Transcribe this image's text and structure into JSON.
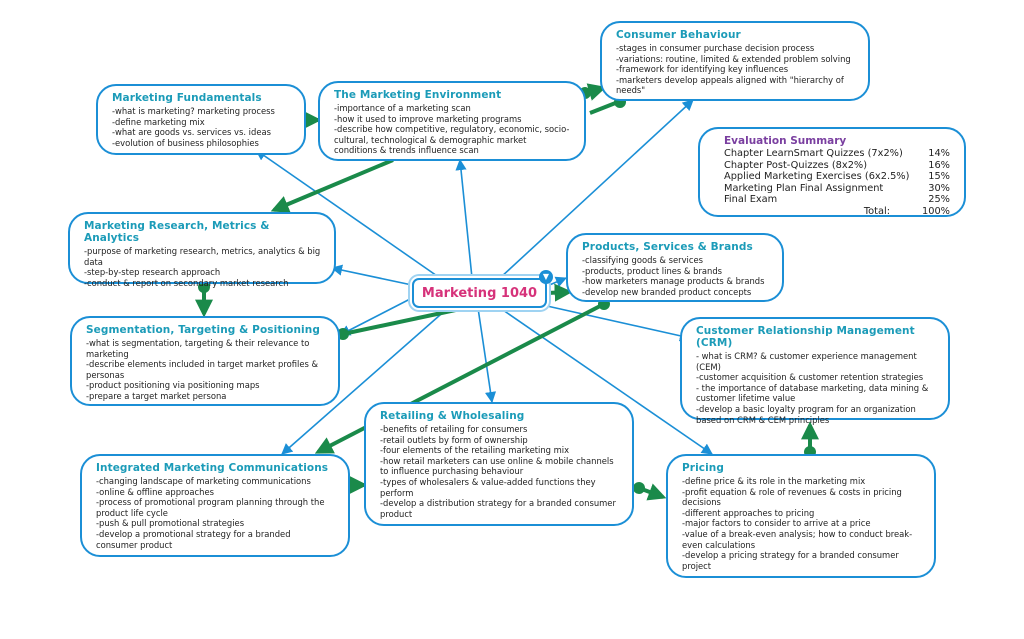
{
  "center": {
    "label": "Marketing 1040"
  },
  "topics": {
    "fundamentals": {
      "title": "Marketing Fundamentals",
      "items": [
        "-what is marketing? marketing process",
        "-define marketing mix",
        "-what are goods vs. services vs. ideas",
        "-evolution of business philosophies"
      ]
    },
    "environment": {
      "title": "The Marketing Environment",
      "items": [
        "-importance of a marketing scan",
        "-how it used to improve marketing programs",
        "-describe how competitive, regulatory, economic, socio-",
        "cultural, technological & demographic market",
        "conditions & trends influence scan"
      ]
    },
    "consumer": {
      "title": "Consumer Behaviour",
      "items": [
        "-stages in consumer purchase decision process",
        "-variations: routine, limited & extended problem solving",
        "-framework for identifying key influences",
        "-marketers develop appeals aligned with \"hierarchy of",
        "needs\""
      ]
    },
    "research": {
      "title": "Marketing Research, Metrics & Analytics",
      "items": [
        "-purpose of marketing research, metrics, analytics & big",
        "data",
        "-step-by-step research approach",
        "-conduct & report on secondary market research"
      ]
    },
    "products": {
      "title": "Products, Services & Brands",
      "items": [
        "-classifying goods & services",
        "-products, product lines & brands",
        "-how marketers manage products & brands",
        "-develop new branded product concepts"
      ]
    },
    "segmentation": {
      "title": "Segmentation, Targeting & Positioning",
      "items": [
        "-what is segmentation, targeting & their relevance to",
        "marketing",
        "-describe elements included in target market profiles &",
        "personas",
        "-product positioning via positioning maps",
        "-prepare a target market persona"
      ]
    },
    "crm": {
      "title": "Customer Relationship Management (CRM)",
      "items": [
        "- what is CRM? & customer experience management",
        "(CEM)",
        "-customer acquisition & customer retention strategies",
        "- the importance of database marketing, data mining &",
        "customer lifetime value",
        "-develop a basic loyalty program for an organization",
        "based on CRM & CEM principles"
      ]
    },
    "retailing": {
      "title": "Retailing & Wholesaling",
      "items": [
        "-benefits of retailing for consumers",
        "-retail outlets by form of ownership",
        "-four elements of the retailing marketing mix",
        "-how retail marketers can use online & mobile channels",
        "to influence purchasing behaviour",
        "-types of wholesalers & value-added functions they",
        "perform",
        "-develop a distribution strategy for a branded consumer",
        "product"
      ]
    },
    "imc": {
      "title": "Integrated Marketing Communications",
      "items": [
        "-changing landscape of marketing communications",
        "-online & offline approaches",
        "-process of promotional program planning through the",
        "product life cycle",
        "-push & pull promotional strategies",
        "-develop a promotional strategy for a branded",
        "consumer product"
      ]
    },
    "pricing": {
      "title": "Pricing",
      "items": [
        "-define price & its role in the marketing mix",
        "-profit equation & role of revenues & costs in pricing",
        "decisions",
        "-different approaches to pricing",
        "-major factors to consider to arrive at a price",
        "-value of a break-even analysis; how to conduct break-",
        "even calculations",
        "-develop a pricing strategy for a branded consumer",
        "project"
      ]
    }
  },
  "evaluation": {
    "title": "Evaluation Summary",
    "rows": [
      {
        "label": "Chapter LearnSmart Quizzes (7x2%)",
        "value": "14%"
      },
      {
        "label": "Chapter Post-Quizzes (8x2%)",
        "value": "16%"
      },
      {
        "label": "Applied Marketing Exercises (6x2.5%)",
        "value": "15%"
      },
      {
        "label": "Marketing Plan Final Assignment",
        "value": "30%"
      },
      {
        "label": "Final Exam",
        "value": "25%"
      }
    ],
    "total_label": "Total:",
    "total_value": "100%"
  },
  "colors": {
    "node_border": "#1b8fd6",
    "title": "#1b9bb8",
    "center_label": "#d6327a",
    "eval_title": "#7a3fa0",
    "relationship_arrow": "#1a8a4a",
    "connector": "#1b8fd6"
  }
}
